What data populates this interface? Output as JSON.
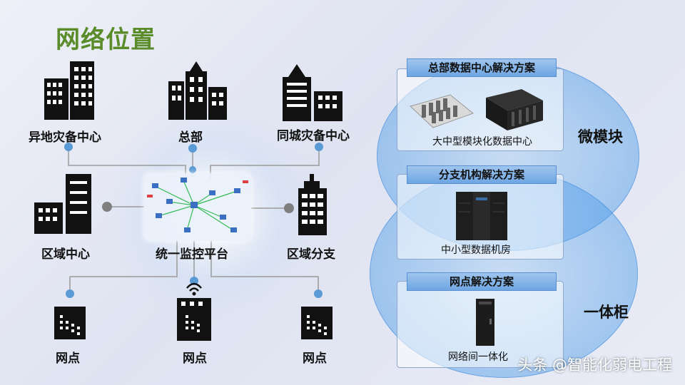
{
  "title": "网络位置",
  "nodes": {
    "offsite_dr": "异地灾备中心",
    "hq": "总部",
    "local_dr": "同城灾备中心",
    "regional_center": "区域中心",
    "platform": "统一监控平台",
    "regional_branch": "区域分支",
    "outlet_left": "网点",
    "outlet_center": "网点",
    "outlet_right": "网点"
  },
  "solutions": {
    "hq_dc": {
      "header": "总部数据中心解决方案",
      "caption": "大中型模块化数据中心"
    },
    "branch": {
      "header": "分支机构解决方案",
      "caption": "中小型数据机房"
    },
    "outlet": {
      "header": "网点解决方案",
      "caption": "网络间一体化"
    }
  },
  "groups": {
    "micro_module": "微模块",
    "integrated_cabinet": "一体柜"
  },
  "watermark": "头条 @智能化弱电工程",
  "colors": {
    "title": "#5b8c2a",
    "node_dot": "#5b9bd5",
    "link_dot": "#7f7f7f",
    "accent": "#6ea6e2"
  }
}
